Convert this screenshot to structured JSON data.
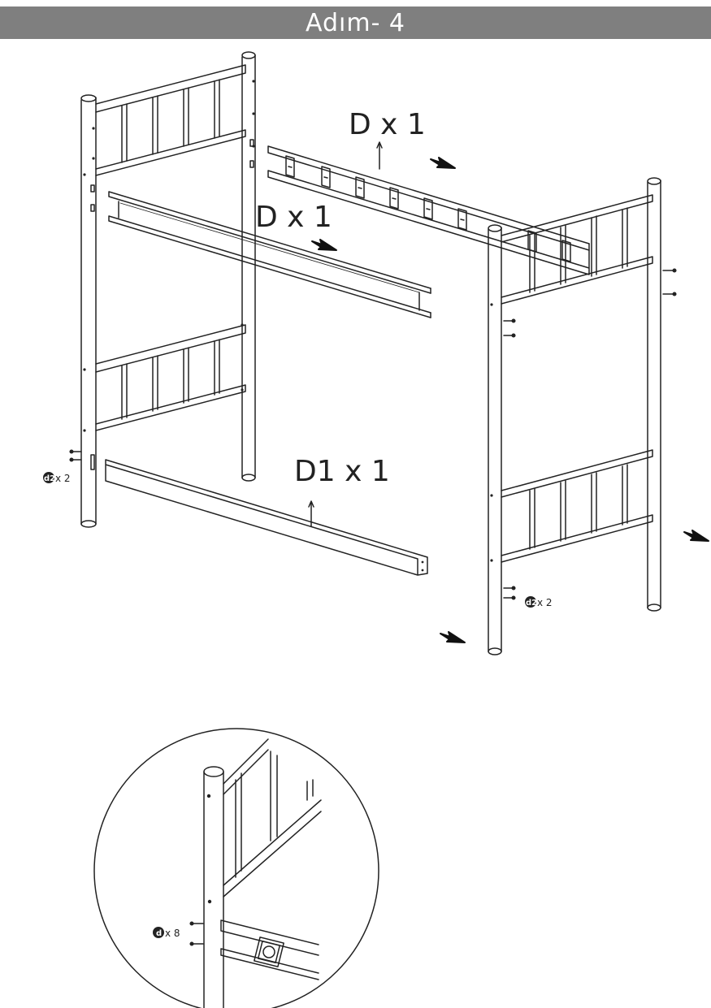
{
  "header": {
    "title": "Adım- 4"
  },
  "labels": {
    "top_rail": "D x 1",
    "front_rail": "D x 1",
    "bottom_rail": "D1 x 1"
  },
  "screws": {
    "left": {
      "badge": "d2",
      "qty": "x 2"
    },
    "right": {
      "badge": "d2",
      "qty": "x 2"
    },
    "detail": {
      "badge": "d",
      "qty": "x 8"
    }
  },
  "colors": {
    "header_bg": "#7f7f7f",
    "line": "#222222"
  }
}
